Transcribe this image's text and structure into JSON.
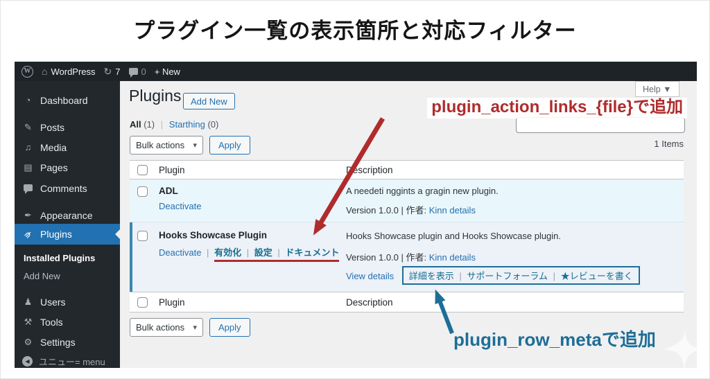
{
  "slide": {
    "title": "プラグイン一覧の表示箇所と対応フィルター"
  },
  "admin_bar": {
    "logo_letter": "W",
    "home_icon": "⌂",
    "site_name": "WordPress",
    "updates_icon": "↻",
    "updates_count": "7",
    "comments_count": "0",
    "new_button": "+ New"
  },
  "sidebar": {
    "dashboard": {
      "icon": "◔",
      "label": "Dashboard"
    },
    "posts": {
      "icon": "✎",
      "label": "Posts"
    },
    "media": {
      "icon": "♫",
      "label": "Media"
    },
    "pages": {
      "icon": "▤",
      "label": "Pages"
    },
    "comments": {
      "label": "Comments"
    },
    "appearance": {
      "icon": "✒",
      "label": "Appearance"
    },
    "plugins": {
      "icon": "⋔",
      "label": "Plugins"
    },
    "installed_plugins": {
      "label": "Installed Plugins"
    },
    "add_new": {
      "label": "Add New"
    },
    "users": {
      "icon": "♟",
      "label": "Users"
    },
    "tools": {
      "icon": "⚒",
      "label": "Tools"
    },
    "settings": {
      "icon": "⚙",
      "label": "Settings"
    },
    "collapse": {
      "icon": "◀",
      "label": "ユニュー= menu"
    }
  },
  "page": {
    "title": "Plugins",
    "add_new_button": "Add New",
    "help_button": "Help ▼"
  },
  "filters": {
    "all_label": "All",
    "all_count": "(1)",
    "separator": "|",
    "starthing_label": "Starthing",
    "starthing_count": "(0)"
  },
  "toolbar": {
    "bulk_actions_label": "Bulk actions",
    "chevron": "▾",
    "apply_label": "Apply",
    "items_count": "1 Items"
  },
  "table": {
    "header": {
      "plugin": "Plugin",
      "description": "Description"
    },
    "separator": "|",
    "rows": [
      {
        "name": "ADL",
        "deactivate": "Deactivate",
        "description": "A needeti nggints a gragin new plugin.",
        "version_meta": "Version 1.0.0 | 作者:",
        "author_link": "Kinn details"
      },
      {
        "name": "Hooks Showcase Plugin",
        "deactivate": "Deactivate",
        "hook_actions": [
          {
            "label": "有効化"
          },
          {
            "label": "設定"
          },
          {
            "label": "ドキュメント"
          }
        ],
        "description": "Hooks Showcase plugin and Hooks Showcase plugin.",
        "version_meta": "Version 1.0.0 | 作者:",
        "author_link": "Kinn details",
        "view_details": "View details",
        "row_meta": [
          {
            "label": "詳細を表示"
          },
          {
            "label": "サポートフォーラム"
          },
          {
            "label": "★レビューを書く"
          }
        ]
      }
    ]
  },
  "annotations": {
    "action_links_label": "plugin_action_links_{file}で追加",
    "row_meta_label": "plugin_row_metaで追加",
    "red": "#b02b2c",
    "blue": "#1d6e96"
  }
}
